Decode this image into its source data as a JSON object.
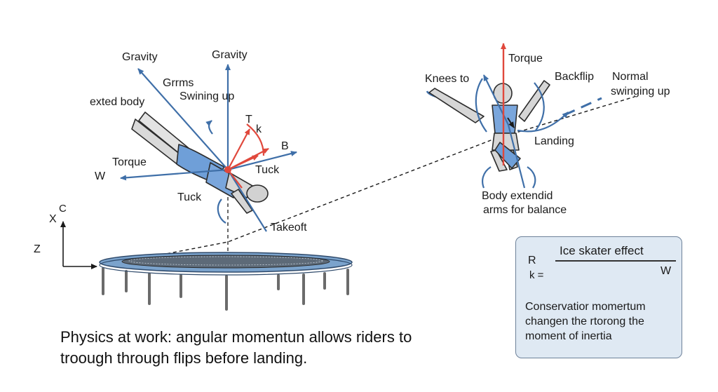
{
  "figure": {
    "labels": {
      "gravity_left": "Gravity",
      "gravity_top": "Gravity",
      "grrms": "Grrms",
      "swining_up": "Swining up",
      "exted_body": "exted body",
      "t_label": "T",
      "k_label": "k",
      "b_label": "B",
      "torque_left": "Torque",
      "w_left": "W",
      "tuck_right": "Tuck",
      "tuck_left": "Tuck",
      "takeoft": "Takeoft",
      "axis_x": "X",
      "axis_c": "C",
      "axis_z": "Z",
      "knees_to": "Knees to",
      "torque_top": "Torque",
      "backflip": "Backflip",
      "normal": "Normal",
      "swinging_up": "swinging up",
      "landing": "Landing",
      "body_extendid": "Body extendid",
      "arms_for_balance": "arms for balance"
    },
    "caption": {
      "line1": "Physics at work: angular momentun allows riders to",
      "line2": "troough through flips before landing."
    },
    "ice_box": {
      "title": "Ice skater effect",
      "r_label": "R",
      "k_label": "k =",
      "w_label": "W",
      "desc_line1": "Conservatior momertum",
      "desc_line2": "changen the rtorong the",
      "desc_line3": "moment of inertia"
    },
    "colors": {
      "torque_red": "#e0483c",
      "axis_blue": "#3f6fa8",
      "body_blue": "#6f9fd8",
      "skin_gray": "#d6d6d6",
      "outline": "#2c2c2c",
      "box_fill": "#dfe9f3"
    }
  }
}
